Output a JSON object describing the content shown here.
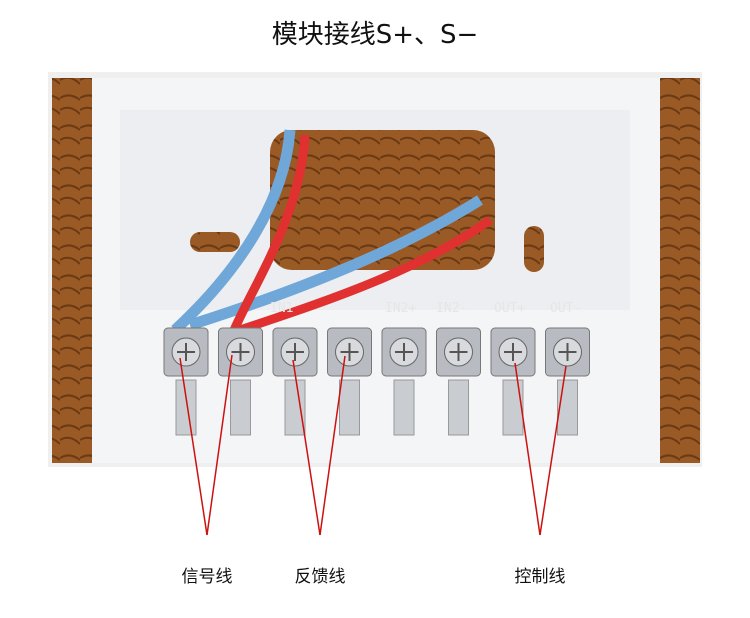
{
  "title": "模块接线S+、S−",
  "terminal_labels": [
    "IN1",
    "IN2+",
    "IN2-",
    "OUT+",
    "OUT-"
  ],
  "annotations": {
    "signal": "信号线",
    "feedback": "反馈线",
    "control": "控制线"
  },
  "colors": {
    "annotation_line": "#cc1111",
    "wire_blue": "#6fa7d8",
    "wire_red": "#e03030"
  }
}
